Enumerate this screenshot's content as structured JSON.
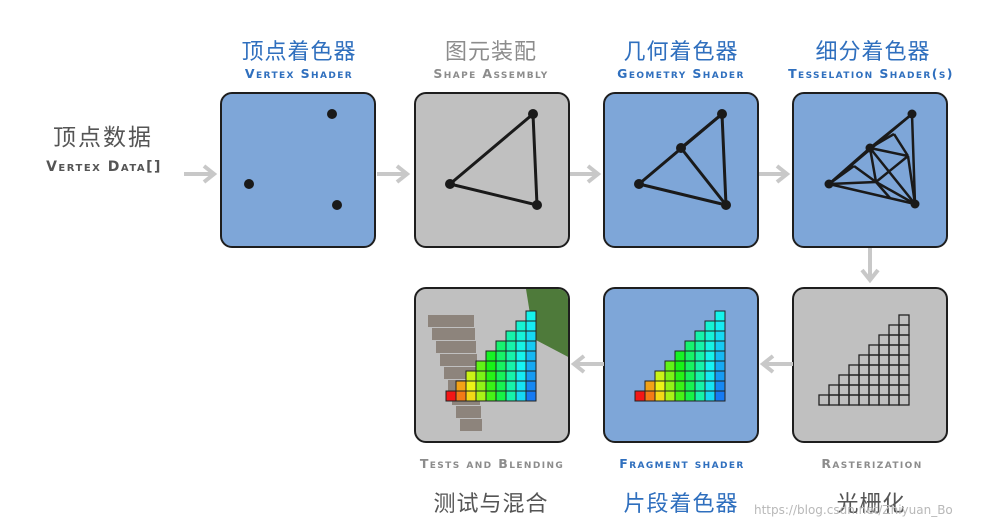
{
  "input": {
    "zh": "顶点数据",
    "en": "Vertex Data[]"
  },
  "stages": [
    {
      "id": "vertex",
      "zh": "顶点着色器",
      "en": "Vertex Shader"
    },
    {
      "id": "shape",
      "zh": "图元装配",
      "en": "Shape Assembly"
    },
    {
      "id": "geometry",
      "zh": "几何着色器",
      "en": "Geometry Shader"
    },
    {
      "id": "tess",
      "zh": "细分着色器",
      "en": "Tesselation Shader(s)"
    },
    {
      "id": "raster",
      "zh": "光栅化",
      "en": "Rasterization"
    },
    {
      "id": "fragment",
      "zh": "片段着色器",
      "en": "Fragment shader"
    },
    {
      "id": "blend",
      "zh": "测试与混合",
      "en": "Tests and Blending"
    }
  ],
  "watermark": "https://blog.csdn.net/Zhiyuan_Bo",
  "colors": {
    "accent": "#2f6fbe",
    "blue_panel": "#7ea6d8",
    "gray_panel": "#c0c0c0",
    "arrow": "#c8c8c8"
  }
}
